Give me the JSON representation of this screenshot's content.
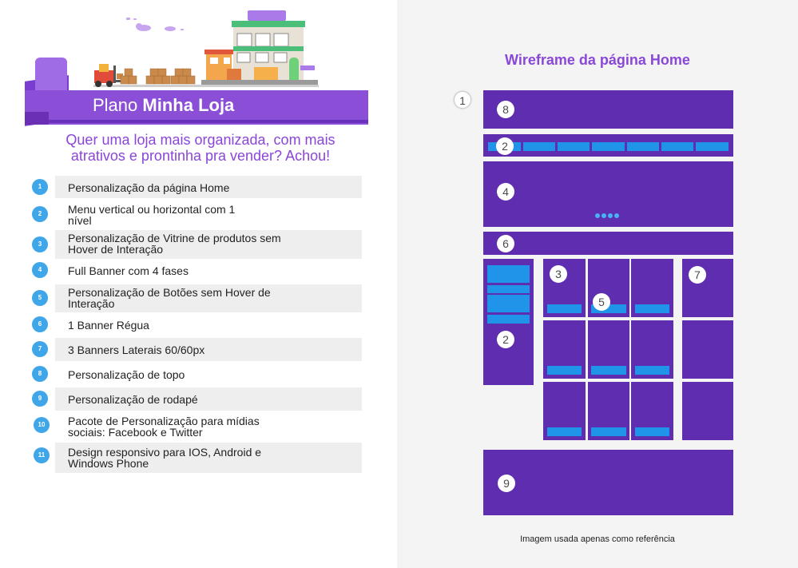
{
  "plan": {
    "title_light": "Plano",
    "title_bold": "Minha Loja",
    "tagline": "Quer uma loja mais organizada, com mais atrativos e prontinha pra vender? Achou!"
  },
  "features": [
    {
      "num": "1",
      "text": "Personalização da página Home"
    },
    {
      "num": "2",
      "text": "Menu vertical ou horizontal com 1 nível"
    },
    {
      "num": "3",
      "text": "Personalização de Vitrine de produtos sem Hover de Interação"
    },
    {
      "num": "4",
      "text": "Full Banner com 4 fases"
    },
    {
      "num": "5",
      "text": "Personalização de Botões sem Hover de Interação"
    },
    {
      "num": "6",
      "text": "1 Banner Régua"
    },
    {
      "num": "7",
      "text": "3 Banners Laterais 60/60px"
    },
    {
      "num": "8",
      "text": "Personalização de topo"
    },
    {
      "num": "9",
      "text": "Personalização de rodapé"
    },
    {
      "num": "10",
      "text": "Pacote de Personalização para mídias sociais: Facebook e Twitter"
    },
    {
      "num": "11",
      "text": "Design responsivo para IOS, Android e Windows Phone"
    }
  ],
  "wireframe": {
    "title": "Wireframe da página Home",
    "markers": {
      "m1": "1",
      "m8": "8",
      "m2_top": "2",
      "m4": "4",
      "m6": "6",
      "m3": "3",
      "m5": "5",
      "m7": "7",
      "m2_side": "2",
      "m9": "9"
    },
    "footnote": "Imagem usada apenas como referência"
  },
  "colors": {
    "accent_purple": "#8a4fd6",
    "wireframe_purple": "#5f2db0",
    "wireframe_blue": "#1f94e8",
    "number_badge": "#3fa6ea"
  },
  "icons": [
    "forklift-icon",
    "boxes-icon",
    "store-building-icon",
    "cloud-icon",
    "book-icon"
  ]
}
